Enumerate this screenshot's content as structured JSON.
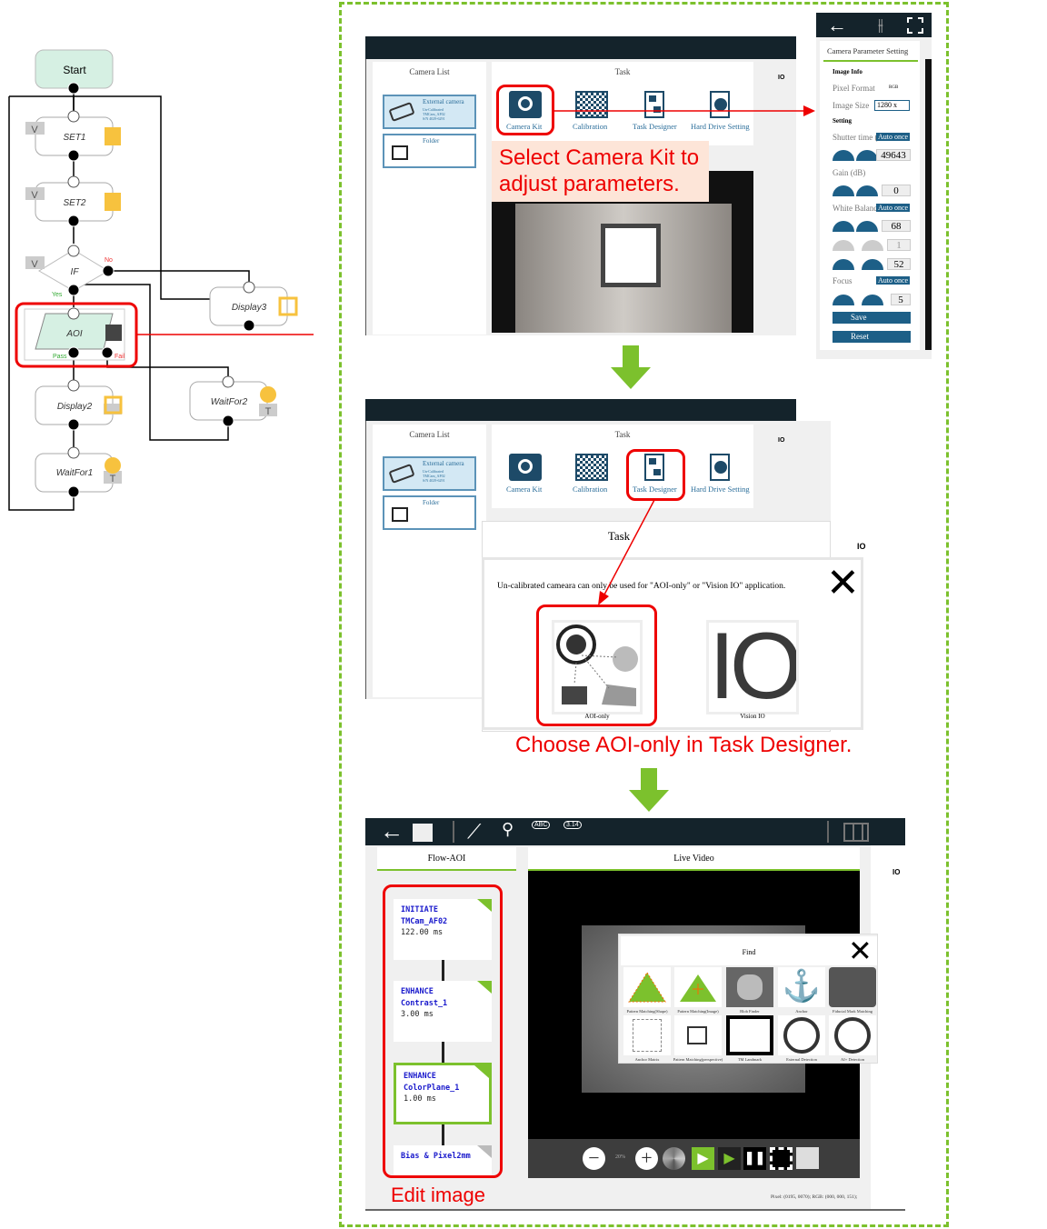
{
  "flowchart": {
    "start": "Start",
    "nodes": [
      "SET1",
      "SET2",
      "IF",
      "AOI",
      "Display2",
      "WaitFor1",
      "Display3",
      "WaitFor2"
    ],
    "badge_v": "V",
    "badge_t": "T",
    "if_no": "No",
    "if_yes": "Yes",
    "aoi_pass": "Pass",
    "aoi_fail": "Fail"
  },
  "step1": {
    "camera_list_title": "Camera List",
    "camera_name": "External camera",
    "camera_detail": [
      "Un-Calibrated",
      "TMCam_AF02",
      "S/N 4029-6291"
    ],
    "folder": "Folder",
    "task_title": "Task",
    "tasks": [
      "Camera Kit",
      "Calibration",
      "Task Designer",
      "Hard Drive Setting"
    ],
    "io": "IO",
    "caption": "Select Camera Kit to adjust parameters."
  },
  "camera_params": {
    "title": "Camera Parameter Setting",
    "image_info": "Image Info",
    "pixel_format_label": "Pixel Format",
    "pixel_format_value": "RGB",
    "image_size_label": "Image Size",
    "image_size_value": "1280 x",
    "setting": "Setting",
    "shutter_label": "Shutter time (",
    "auto_once": "Auto once",
    "shutter_value": "49643",
    "gain_label": "Gain (dB)",
    "gain_value": "0",
    "wb_label": "White Balanc",
    "wb_values": [
      "68",
      "1",
      "52"
    ],
    "focus_label": "Focus",
    "focus_value": "5",
    "save": "Save",
    "reset": "Reset"
  },
  "step2": {
    "task_dialog_title": "Task",
    "message": "Un-calibrated cameara can only be used for \"AOI-only\" or \"Vision IO\" application.",
    "options": [
      "AOI-only",
      "Vision IO"
    ],
    "io_glyph": "IO",
    "caption": "Choose AOI-only in Task Designer."
  },
  "step3": {
    "flow_title": "Flow-AOI",
    "video_title": "Live Video",
    "io": "IO",
    "toolbar_abc": "ABC",
    "toolbar_num": "3.14",
    "cards": [
      {
        "type": "INITIATE",
        "name": "TMCam_AF02",
        "time": "122.00 ms"
      },
      {
        "type": "ENHANCE",
        "name": "Contrast_1",
        "time": "3.00 ms"
      },
      {
        "type": "ENHANCE",
        "name": "ColorPlane_1",
        "time": "1.00 ms"
      },
      {
        "type": "Bias & Pixel2mm"
      }
    ],
    "find_title": "Find",
    "find_items": [
      "Pattern Matching(Shape)",
      "Pattern Matching(Image)",
      "Blob Finder",
      "Anchor",
      "Fiducial Mark Matching",
      "Anchor Matrix",
      "Pattern Matching(perspective)",
      "TM Landmark",
      "External Detection",
      "AI+ Detection"
    ],
    "zoom": "20%",
    "status": "Pixel: (0195, 0070); RGB: (000, 000, 151);",
    "caption": "Edit image"
  },
  "colors": {
    "accent_red": "#e00000",
    "green": "#7cc12d",
    "dark_bar": "#14232b",
    "blue": "#1d5f87"
  }
}
